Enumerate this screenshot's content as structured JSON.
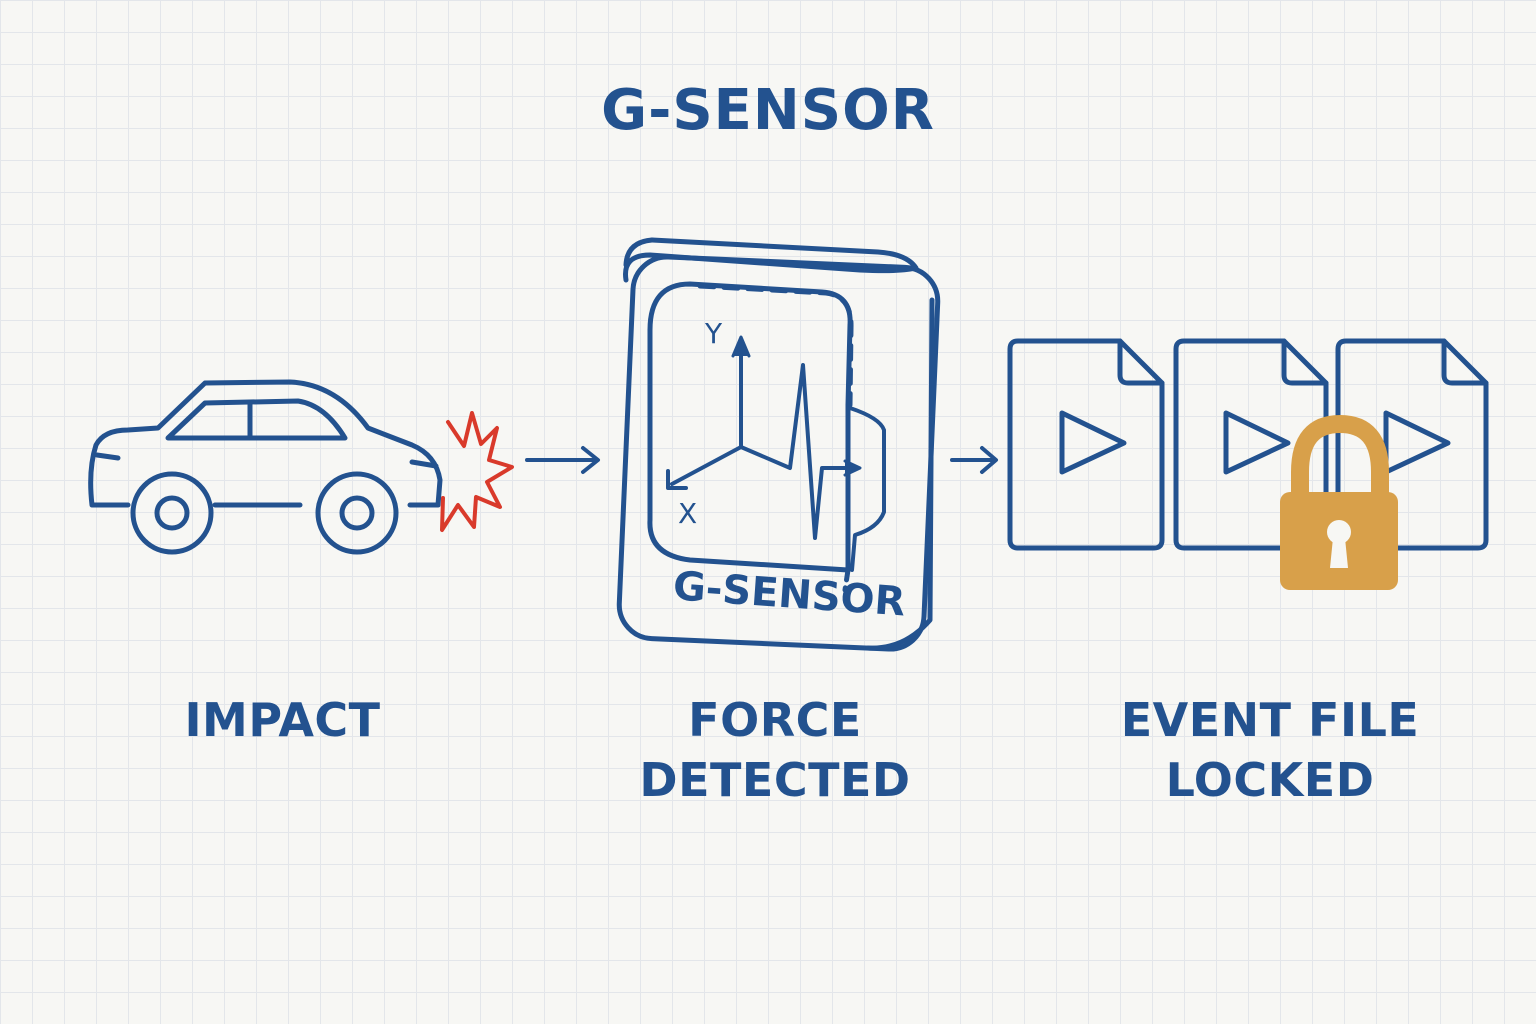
{
  "title": "G-SENSOR",
  "steps": [
    {
      "id": "impact",
      "label_lines": [
        "IMPACT"
      ]
    },
    {
      "id": "force",
      "label_lines": [
        "FORCE",
        "DETECTED"
      ]
    },
    {
      "id": "locked",
      "label_lines": [
        "EVENT FILE",
        "LOCKED"
      ]
    }
  ],
  "sensor": {
    "axis_y": "Y",
    "axis_x": "X",
    "device_label": "G-SENSOR"
  },
  "icons": {
    "car": "car-icon",
    "impact_burst": "impact-burst-icon",
    "sensor": "g-sensor-device-icon",
    "video_file": "video-file-icon",
    "lock": "padlock-icon"
  },
  "colors": {
    "line": "#23528f",
    "burst": "#d93a2b",
    "lock": "#d8a04a",
    "background": "#f7f7f4",
    "grid": "#e3e6ea"
  }
}
